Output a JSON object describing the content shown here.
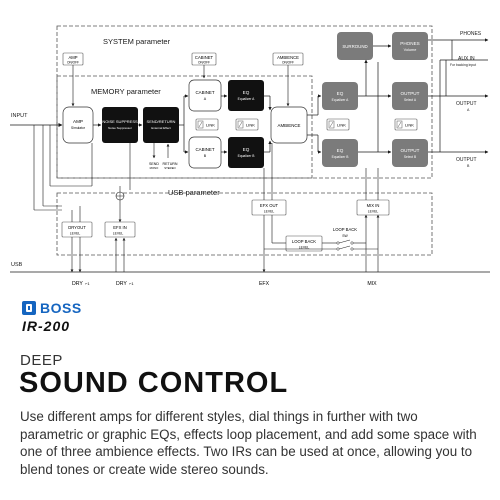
{
  "diagram": {
    "system_parameter": "SYSTEM parameter",
    "memory_parameter": "MEMORY parameter",
    "usb_parameter": "USB parameter",
    "input": "INPUT",
    "usb": "USB",
    "amp_switch": {
      "title": "AMP",
      "sub": "ON/OFF"
    },
    "cabinet_switch": {
      "title": "CABINET",
      "sub": "ON/OFF"
    },
    "ambience_switch": {
      "title": "AMBIENCE",
      "sub": "ON/OFF"
    },
    "amp": {
      "title": "AMP",
      "sub": "Simulator"
    },
    "noise_suppressor": {
      "title": "NOISE SUPPRESS",
      "sub": "Noise Suppressor"
    },
    "send_return": {
      "title": "SEND/RETURN",
      "sub": "External Effect"
    },
    "send_label": {
      "title": "SEND",
      "sub": "MONO"
    },
    "return_label": {
      "title": "RETURN",
      "sub": "STEREO"
    },
    "cabinet_a": {
      "title": "CABINET",
      "sub": "A"
    },
    "cabinet_b": {
      "title": "CABINET",
      "sub": "B"
    },
    "eq_a": {
      "title": "EQ",
      "sub": "Equalizer A"
    },
    "eq_b": {
      "title": "EQ",
      "sub": "Equalizer B"
    },
    "ambience": "AMBIENCE",
    "link": "LINK",
    "eq_right_a": {
      "title": "EQ",
      "sub": "Equalizer A"
    },
    "eq_right_b": {
      "title": "EQ",
      "sub": "Equalizer B"
    },
    "surround": "SURROUND",
    "phones_volume": {
      "title": "PHONES",
      "sub": "Volume"
    },
    "output_a": {
      "title": "OUTPUT",
      "sub": "Select A"
    },
    "output_b": {
      "title": "OUTPUT",
      "sub": "Select B"
    },
    "phones_out": "PHONES",
    "aux_in": {
      "title": "AUX IN",
      "sub": "For backing input"
    },
    "output_a_jack": {
      "title": "OUTPUT",
      "sub": "A"
    },
    "output_b_jack": {
      "title": "OUTPUT",
      "sub": "B"
    },
    "dryout_level": {
      "title": "DRYOUT",
      "sub": "LEVEL"
    },
    "efx_in_level": {
      "title": "EFX IN",
      "sub": "LEVEL"
    },
    "efx_out_level": {
      "title": "EFX OUT",
      "sub": "LEVEL"
    },
    "mix_in_level": {
      "title": "MIX IN",
      "sub": "LEVEL"
    },
    "loop_back_level": {
      "title": "LOOP BACK",
      "sub": "LEVEL"
    },
    "loop_back_sw": {
      "title": "LOOP BACK",
      "sub": "SW"
    },
    "dry_1": "DRY",
    "dry_2": "DRY",
    "efx_bottom": "EFX",
    "mix_bottom": "MIX",
    "stereo_mark": "⌐1"
  },
  "brand": {
    "logo": "BOSS",
    "model": "IR-200"
  },
  "kicker": "DEEP",
  "headline": "SOUND CONTROL",
  "body": "Use different amps for different styles, dial things in further with two parametric or graphic EQs, effects loop placement, and add some space with one of three ambience effects. Two IRs can be used at once, allowing you to blend tones or create wide stereo sounds.",
  "colors": {
    "accent": "#1565c0",
    "dark_block": "#111111",
    "gray_block": "#7b7b7b",
    "line": "#1a1a1a"
  }
}
